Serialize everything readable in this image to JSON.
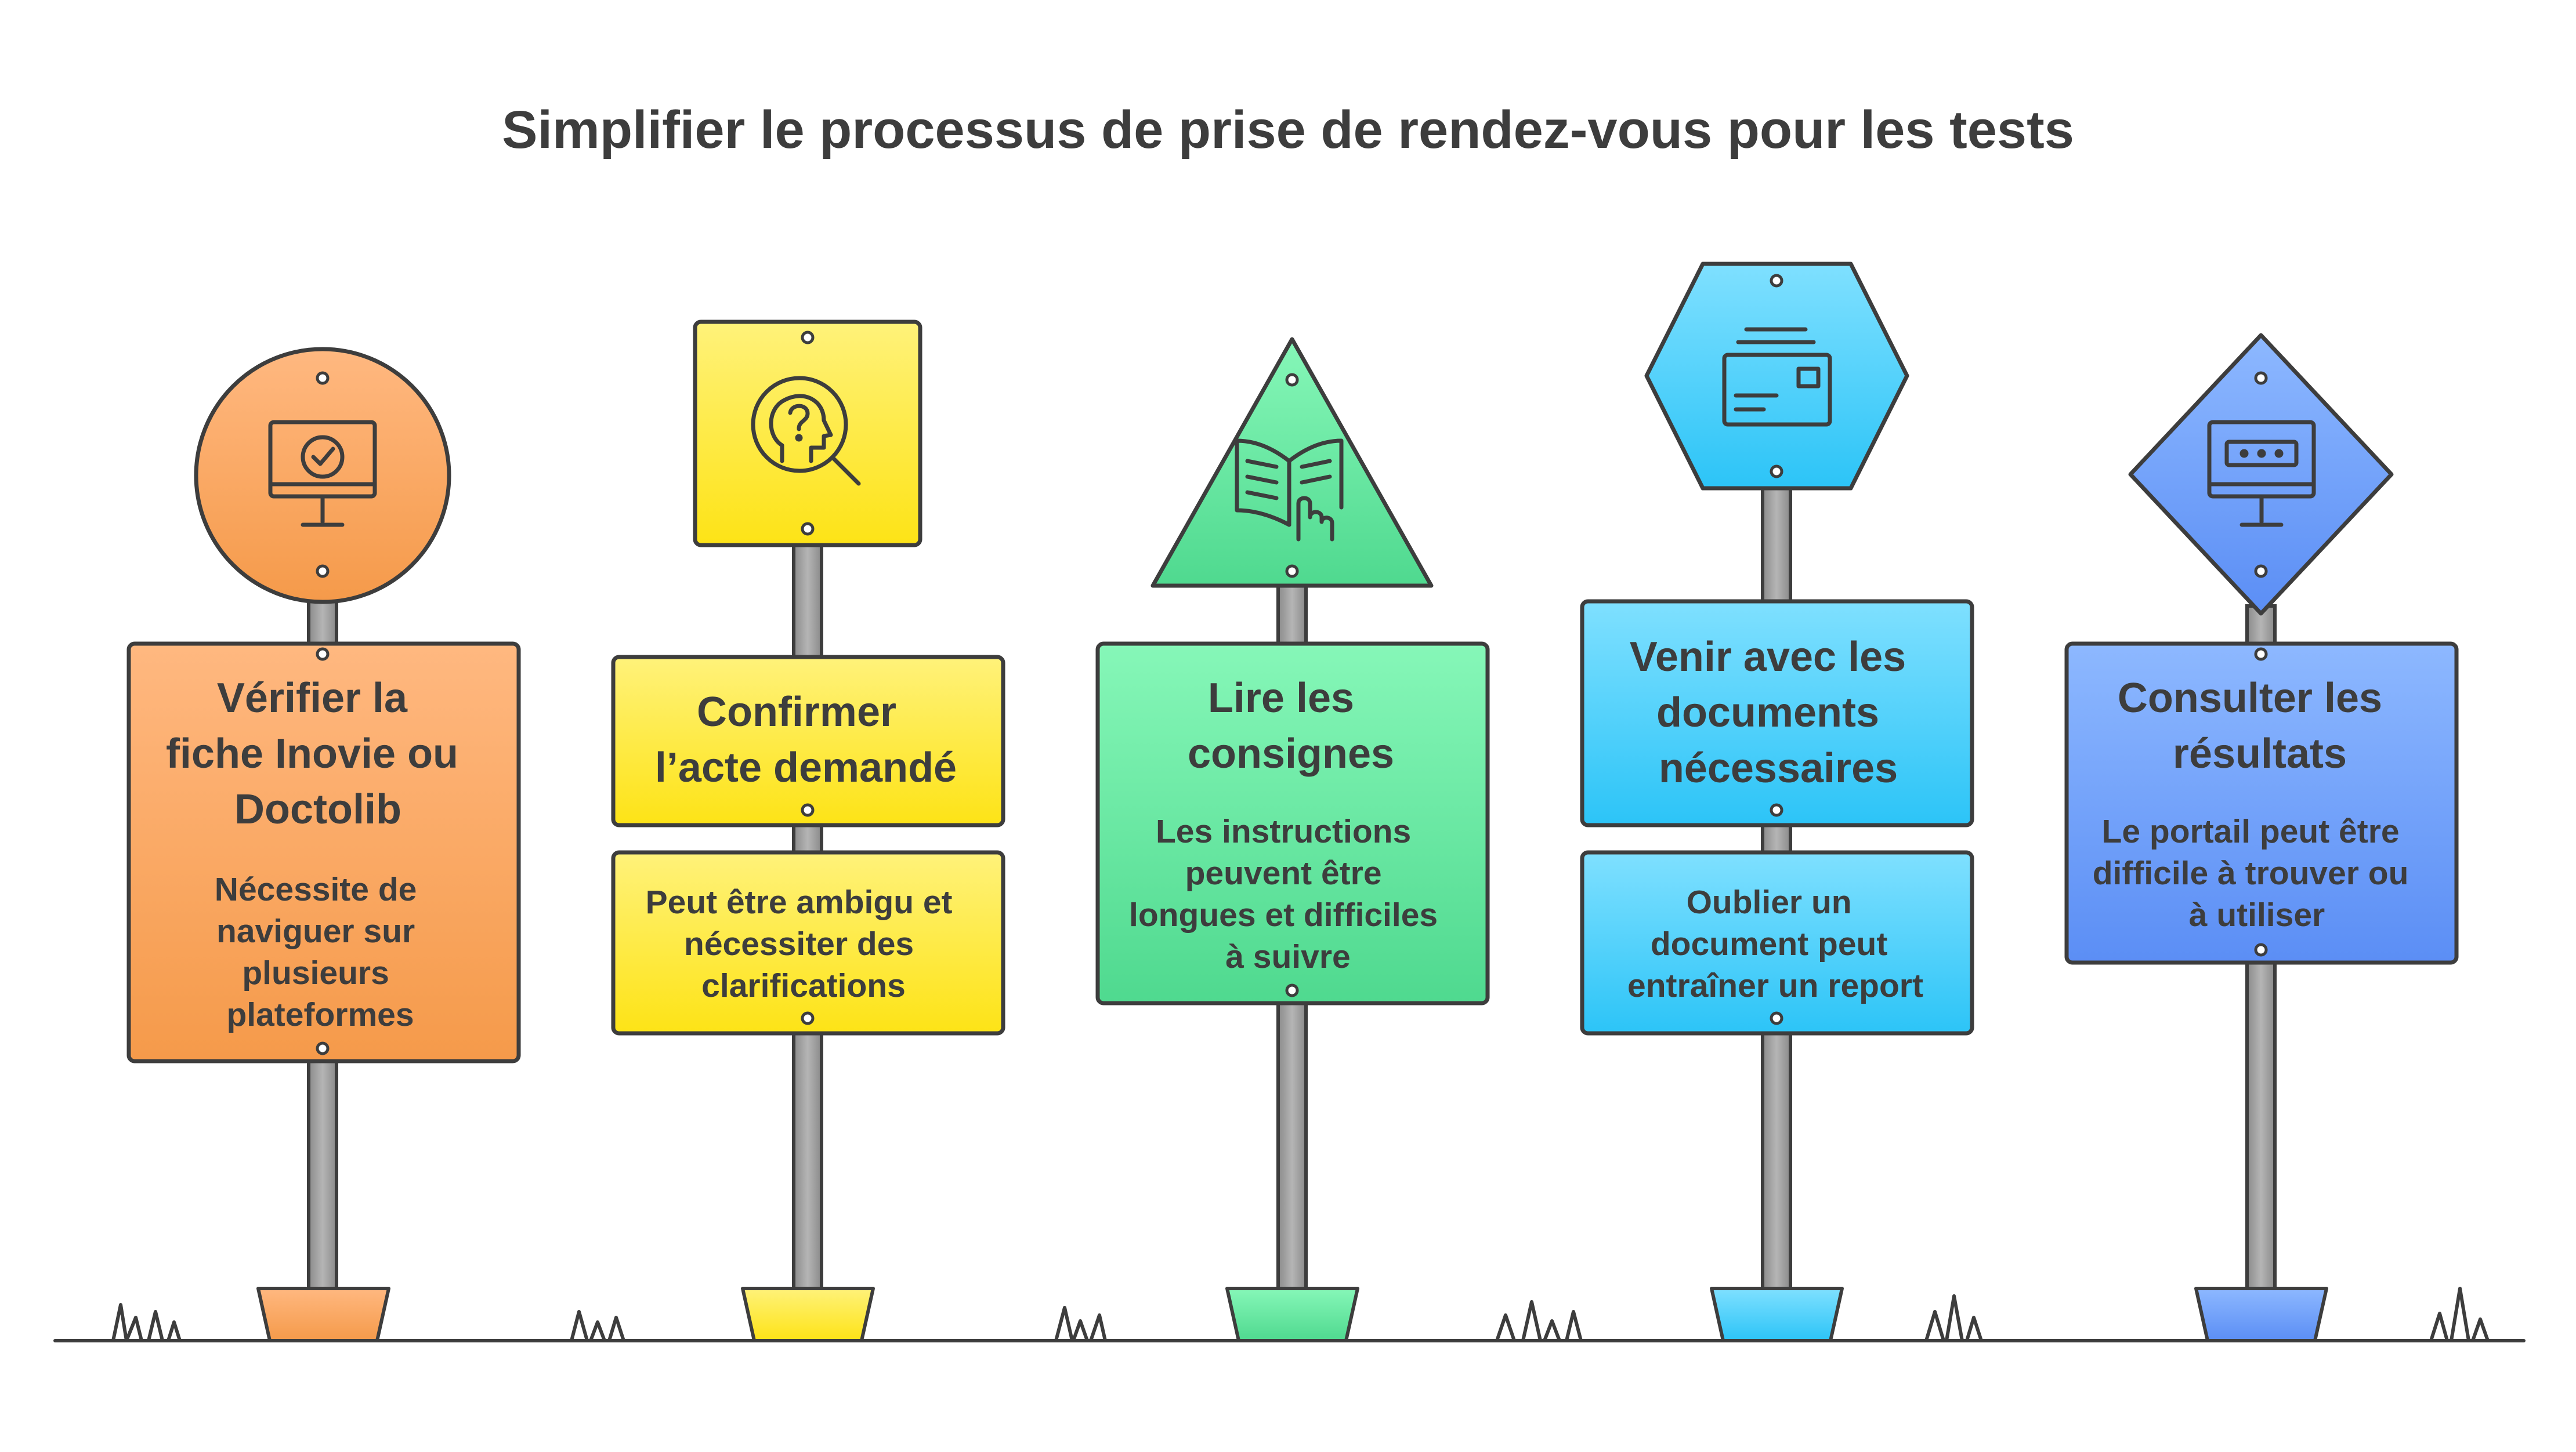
{
  "title": "Simplifier le processus de prise de rendez-vous pour les tests",
  "colors": {
    "outline": "#3d3d3d",
    "pole": "#9b9b9b",
    "text": "#3d3d3d"
  },
  "signs": [
    {
      "id": "verifier",
      "shape": "circle",
      "icon": "monitor-check-icon",
      "color_top": "#ffb880",
      "color_bottom": "#f59a4a",
      "heading": [
        "Vérifier la",
        "fiche Inovie ou",
        "Doctolib"
      ],
      "description": [
        "Nécessite de",
        "naviguer sur",
        "plusieurs",
        "plateformes"
      ]
    },
    {
      "id": "confirmer",
      "shape": "square",
      "icon": "head-question-search-icon",
      "color_top": "#fff27a",
      "color_bottom": "#fde316",
      "heading": [
        "Confirmer",
        "l’acte demandé"
      ],
      "description": [
        "Peut être ambigu et",
        "nécessiter des",
        "clarifications"
      ]
    },
    {
      "id": "lire",
      "shape": "triangle",
      "icon": "book-hand-icon",
      "color_top": "#86f7b8",
      "color_bottom": "#4fd98f",
      "heading": [
        "Lire les",
        "consignes"
      ],
      "description": [
        "Les instructions",
        "peuvent être",
        "longues et difficiles",
        "à suivre"
      ]
    },
    {
      "id": "venir",
      "shape": "hexagon",
      "icon": "documents-card-icon",
      "color_top": "#7fe0ff",
      "color_bottom": "#2cc4f7",
      "heading": [
        "Venir avec les",
        "documents",
        "nécessaires"
      ],
      "description": [
        "Oublier un",
        "document peut",
        "entraîner un report"
      ]
    },
    {
      "id": "consulter",
      "shape": "diamond",
      "icon": "monitor-password-icon",
      "color_top": "#8db8ff",
      "color_bottom": "#5b8ef5",
      "heading": [
        "Consulter les",
        "résultats"
      ],
      "description": [
        "Le portail peut être",
        "difficile à trouver ou",
        "à utiliser"
      ]
    }
  ]
}
